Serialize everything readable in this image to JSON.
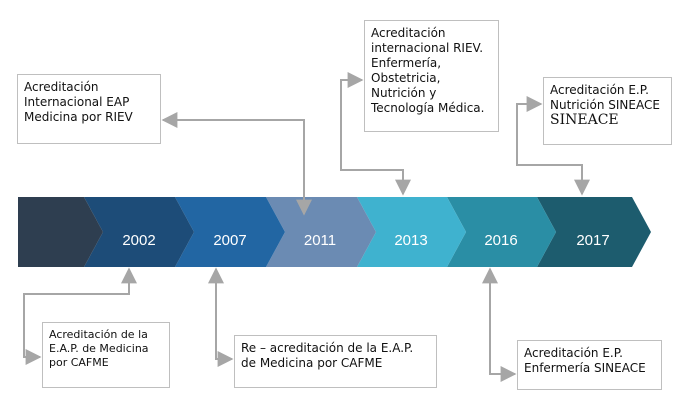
{
  "colors": {
    "segments": [
      "#2e3e50",
      "#1d4c78",
      "#2266a3",
      "#6b8bb3",
      "#3fb2cf",
      "#2a8ea5",
      "#1d5c6e"
    ],
    "connector": "#a6a6a6",
    "box_border": "#bfbfbf",
    "year_text": "#ffffff"
  },
  "timeline": {
    "years": [
      "",
      "2002",
      "2007",
      "2011",
      "2013",
      "2016",
      "2017"
    ]
  },
  "boxes": [
    {
      "lines": [
        "Acreditación",
        "Internacional EAP",
        "Medicina por RIEV"
      ]
    },
    {
      "lines": [
        "Acreditación de la",
        "E.A.P. de Medicina",
        "por CAFME"
      ]
    },
    {
      "lines": [
        "Re – acreditación de la E.A.P.",
        "de Medicina por CAFME"
      ]
    },
    {
      "lines": [
        "Acreditación",
        "internacional RIEV.",
        "Enfermería,",
        "Obstetricia,",
        "Nutrición y",
        "Tecnología Médica."
      ]
    },
    {
      "lines": [
        "Acreditación E.P.",
        "Enfermería SINEACE"
      ]
    },
    {
      "lines": [
        "Acreditación E.P.",
        "Nutrición SINEACE",
        "SINEACE"
      ]
    }
  ]
}
